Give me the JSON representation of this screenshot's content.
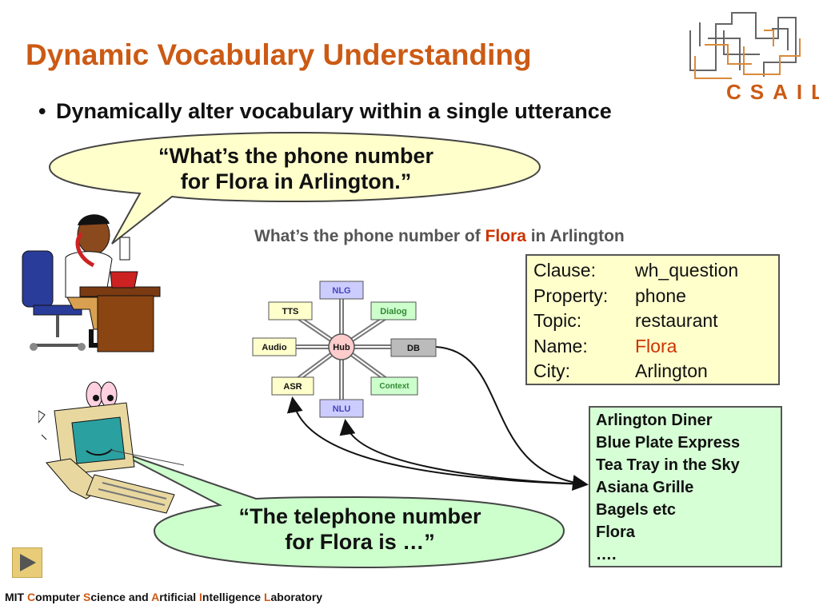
{
  "slide": {
    "title": "Dynamic Vocabulary Understanding",
    "bullet": "Dynamically alter vocabulary within a single utterance"
  },
  "user_bubble": {
    "line1": "“What’s the phone number",
    "line2": "for Flora in Arlington.”"
  },
  "system_bubble": {
    "line1": "“The telephone number",
    "line2": "for Flora is …”"
  },
  "query": {
    "before": "What’s the phone number of ",
    "highlight": "Flora",
    "after": " in Arlington"
  },
  "semantic_frame": [
    {
      "key": "Clause:",
      "value": "wh_question",
      "highlight": false
    },
    {
      "key": "Property:",
      "value": "phone",
      "highlight": false
    },
    {
      "key": "Topic:",
      "value": "restaurant",
      "highlight": false
    },
    {
      "key": "Name:",
      "value": "Flora",
      "highlight": true
    },
    {
      "key": "City:",
      "value": "Arlington",
      "highlight": false
    }
  ],
  "restaurant_list": [
    "Arlington Diner",
    "Blue Plate Express",
    "Tea Tray in the Sky",
    "Asiana Grille",
    "Bagels etc",
    "Flora",
    "…."
  ],
  "hub": {
    "center": "Hub",
    "nodes": [
      "NLG",
      "TTS",
      "Dialog",
      "Audio",
      "DB",
      "ASR",
      "Context",
      "NLU"
    ]
  },
  "logo": {
    "text": "CSAIL"
  },
  "footer": {
    "parts": [
      {
        "text": "MIT ",
        "cap": false
      },
      {
        "text": "C",
        "cap": true
      },
      {
        "text": "omputer ",
        "cap": false
      },
      {
        "text": "S",
        "cap": true
      },
      {
        "text": "cience and ",
        "cap": false
      },
      {
        "text": "A",
        "cap": true
      },
      {
        "text": "rtificial ",
        "cap": false
      },
      {
        "text": "I",
        "cap": true
      },
      {
        "text": "ntelligence ",
        "cap": false
      },
      {
        "text": "L",
        "cap": true
      },
      {
        "text": "aboratory",
        "cap": false
      }
    ]
  },
  "colors": {
    "title": "#cc5a14",
    "highlight": "#cc3300",
    "user_bubble": "#ffffcc",
    "system_bubble": "#ccffcc",
    "frame_bg": "#ffffcc",
    "list_bg": "#d6ffd6",
    "nav_button": "#e8cc78"
  },
  "icons": [
    "csail-logo-icon",
    "person-on-phone-icon",
    "talking-computer-icon",
    "play-icon"
  ]
}
